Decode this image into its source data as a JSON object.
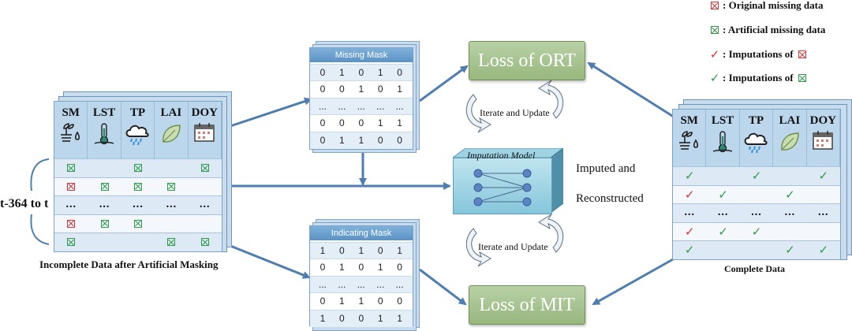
{
  "legend": [
    {
      "symbol": "xbox-red",
      "text": ": Original missing data",
      "inline": ""
    },
    {
      "symbol": "xbox-green",
      "text": ": Artificial missing data",
      "inline": ""
    },
    {
      "symbol": "check-red",
      "text": ": Imputations of",
      "inline": "xbox-red"
    },
    {
      "symbol": "check-green",
      "text": ": Imputations of",
      "inline": "xbox-green"
    }
  ],
  "symbols": {
    "check": "✓"
  },
  "colors": {
    "red": "#d3343a",
    "green": "#2e9a4a",
    "loss_fill": "#a8c48f",
    "header_blue": "#bcd7ec",
    "arrow": "#4f7db0"
  },
  "columns": [
    "SM",
    "LST",
    "TP",
    "LAI",
    "DOY"
  ],
  "column_icons": [
    "plant-water-icon",
    "thermometer-icon",
    "rain-cloud-icon",
    "leaf-icon",
    "calendar-icon"
  ],
  "incomplete_table": {
    "rows": [
      [
        "xg",
        "",
        "xg",
        "",
        "xg"
      ],
      [
        "xr",
        "xg",
        "xg",
        "xg",
        ""
      ],
      [
        "...",
        "...",
        "...",
        "...",
        "..."
      ],
      [
        "xr",
        "xg",
        "xg",
        "",
        ""
      ],
      [
        "xg",
        "",
        "",
        "xg",
        "xg"
      ]
    ],
    "caption": "Incomplete Data after Artificial Masking",
    "time_range": "t-364 to t"
  },
  "complete_table": {
    "rows": [
      [
        "cg",
        "",
        "cg",
        "",
        "cg"
      ],
      [
        "cr",
        "cg",
        "",
        "cg",
        ""
      ],
      [
        "...",
        "...",
        "...",
        "...",
        "..."
      ],
      [
        "cr",
        "cg",
        "cg",
        "",
        ""
      ],
      [
        "cg",
        "",
        "",
        "cg",
        "cg"
      ]
    ],
    "caption": "Complete Data"
  },
  "missing_mask": {
    "title": "Missing Mask",
    "rows": [
      [
        "0",
        "1",
        "0",
        "1",
        "0"
      ],
      [
        "0",
        "0",
        "1",
        "0",
        "1"
      ],
      [
        "...",
        "...",
        "...",
        "...",
        "..."
      ],
      [
        "0",
        "0",
        "0",
        "1",
        "1"
      ],
      [
        "0",
        "1",
        "1",
        "0",
        "0"
      ]
    ]
  },
  "indicating_mask": {
    "title": "Indicating Mask",
    "rows": [
      [
        "1",
        "0",
        "1",
        "0",
        "1"
      ],
      [
        "0",
        "1",
        "0",
        "1",
        "0"
      ],
      [
        "...",
        "...",
        "...",
        "...",
        "..."
      ],
      [
        "0",
        "1",
        "1",
        "0",
        "0"
      ],
      [
        "1",
        "0",
        "0",
        "1",
        "1"
      ]
    ]
  },
  "loss_ort": "Loss of ORT",
  "loss_mit": "Loss of MIT",
  "iterate_top": "Iterate and Update",
  "iterate_bottom": "Iterate and Update",
  "model_title": "Imputation Model",
  "imputed_line1": "Imputed and",
  "imputed_line2": "Reconstructed"
}
